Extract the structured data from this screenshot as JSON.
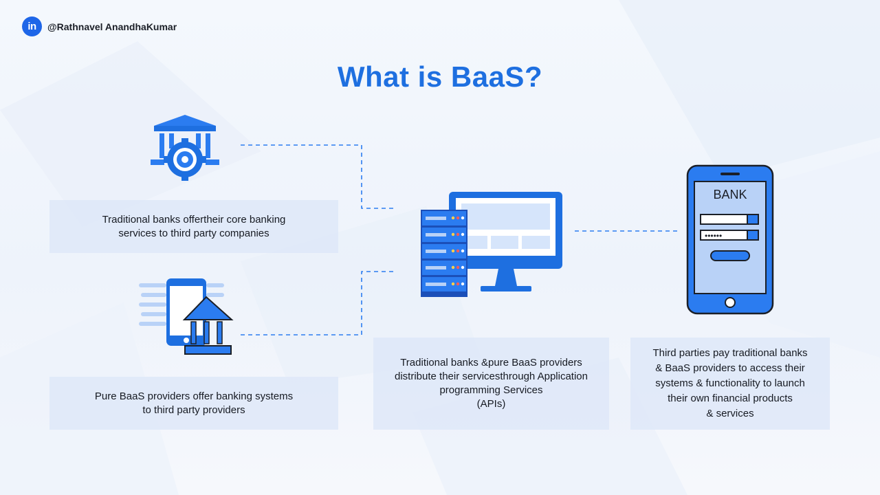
{
  "header": {
    "logo_text": "in",
    "handle": "@Rathnavel AnandhaKumar"
  },
  "title": "What is BaaS?",
  "cards": {
    "traditional_banks": "Traditional banks offertheir core banking\nservices to third party companies",
    "pure_baas": "Pure BaaS providers offer banking systems\nto third party providers",
    "distribution": "Traditional banks &pure BaaS providers\ndistribute their servicesthrough Application\nprogramming Services\n(APIs)",
    "third_parties": "Third parties pay traditional banks\n& BaaS providers to access their\nsystems & functionality to launch\ntheir own financial products\n& services"
  },
  "phone": {
    "bank_label": "BANK",
    "password_mask": "••••••"
  },
  "colors": {
    "primary_blue": "#1e6fe0",
    "icon_blue": "#2b7cf0",
    "dark_blue": "#1b4fb8",
    "card_bg": "#dee8f8"
  },
  "icons": [
    "linkedin-icon",
    "bank-gear-icon",
    "mobile-bank-icon",
    "server-monitor-icon",
    "phone-bank-login-icon"
  ]
}
